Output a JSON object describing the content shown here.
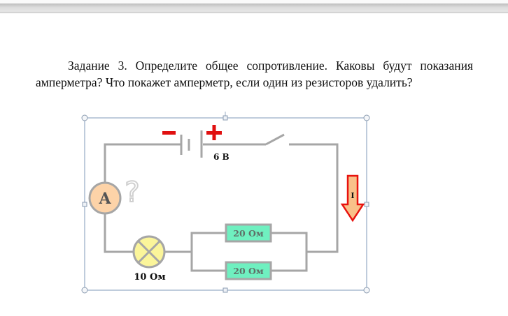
{
  "document": {
    "task_line1": "Задание 3. Определите общее сопротивление. Каковы будут показания",
    "task_line2": "амперметра? Что покажет амперметр, если один из резисторов удалить?"
  },
  "circuit": {
    "battery": {
      "voltage_label": "6 В",
      "minus_sign": "−",
      "plus_sign": "+"
    },
    "ammeter": {
      "symbol": "A",
      "reading": "?"
    },
    "lamp": {
      "resistance_label": "10 Ом"
    },
    "resistors": [
      {
        "label": "20 Ом"
      },
      {
        "label": "20 Ом"
      }
    ],
    "current_arrow": {
      "label": "I"
    },
    "colors": {
      "wire": "#a6a6a6",
      "polarity": "#e01010",
      "ammeter_fill": "#fdd3a8",
      "lamp_fill": "#fbf59a",
      "resistor_fill": "#6ff0c0",
      "arrow_fill": "#f9c089",
      "arrow_stroke": "#e8120e",
      "selection": "#7f9ab8"
    }
  }
}
